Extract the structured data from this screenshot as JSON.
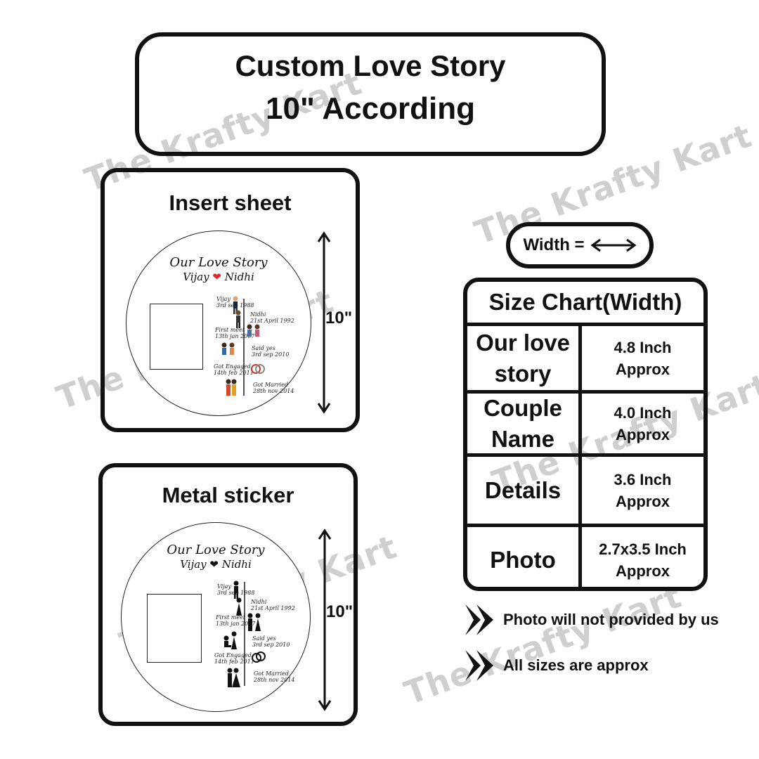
{
  "watermark": "The Krafty Kart",
  "header": {
    "title": "Custom Love Story",
    "subtitle": "10\" According"
  },
  "insert_panel": {
    "title": "Insert sheet",
    "size": "10\"",
    "card": {
      "heading": "Our Love Story",
      "names": "Vijay ❤ Nidhi",
      "timeline": [
        {
          "label": "Vijay",
          "date": "3rd sep 1988"
        },
        {
          "label": "Nidhi",
          "date": "21st April 1992"
        },
        {
          "label": "First meet",
          "date": "13th jan 2007"
        },
        {
          "label": "Said yes",
          "date": "3rd sep 2010"
        },
        {
          "label": "Got Engaged",
          "date": "14th feb 2011"
        },
        {
          "label": "Got Married",
          "date": "28th nov 2014"
        }
      ]
    }
  },
  "sticker_panel": {
    "title": "Metal sticker",
    "size": "10\"",
    "card": {
      "heading": "Our Love Story",
      "names": "Vijay ❤ Nidhi",
      "timeline": [
        {
          "label": "Vijay",
          "date": "3rd sep 1988"
        },
        {
          "label": "Nidhi",
          "date": "21st April 1992"
        },
        {
          "label": "First meet",
          "date": "13th jan 2007"
        },
        {
          "label": "Said yes",
          "date": "3rd sep 2010"
        },
        {
          "label": "Got Engaged",
          "date": "14th feb 2011"
        },
        {
          "label": "Got Married",
          "date": "28th nov 2014"
        }
      ]
    }
  },
  "width_legend": {
    "label": "Width =",
    "icon": "double-arrow-horizontal-icon"
  },
  "size_chart": {
    "title": "Size Chart(Width)",
    "rows": [
      {
        "item": "Our love story",
        "size": "4.8 Inch Approx"
      },
      {
        "item": "Couple Name",
        "size": "4.0  Inch Approx"
      },
      {
        "item": "Details",
        "size": "3.6  Inch Approx"
      },
      {
        "item": "Photo",
        "size": "2.7x3.5 Inch Approx"
      }
    ]
  },
  "notes": [
    {
      "icon": "chevron-right-icon",
      "text": "Photo will not provided by us"
    },
    {
      "icon": "chevron-right-icon",
      "text": "All sizes are approx"
    }
  ],
  "colors": {
    "border": "#111111",
    "heart": "#e3262c",
    "watermark": "#cfcfcf"
  }
}
